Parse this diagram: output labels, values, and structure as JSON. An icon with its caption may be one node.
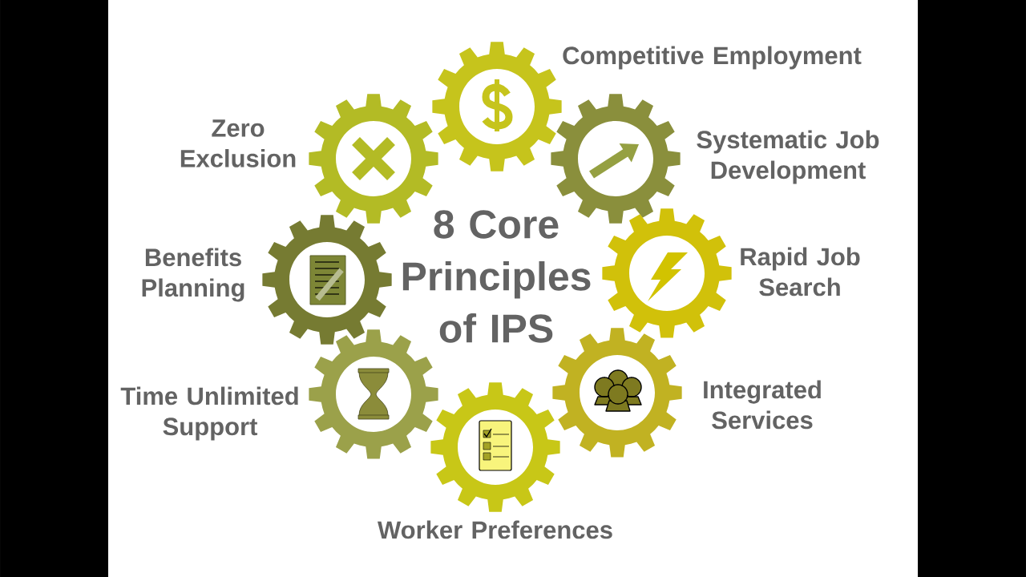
{
  "diagram": {
    "title": "8 Core Principles of IPS",
    "nodes": [
      {
        "text": [
          "Competitive Employment"
        ]
      },
      {
        "text": [
          "Zero Exclusion"
        ]
      },
      {
        "text": [
          "Systematic Job Development"
        ]
      },
      {
        "text": [
          "Benefits Planning"
        ]
      },
      {
        "text": [
          "Rapid Job Search"
        ]
      },
      {
        "text": [
          "Time Unlimited Support"
        ]
      },
      {
        "text": [
          "Integrated Services"
        ]
      },
      {
        "text": [
          "Worker Preferences"
        ]
      }
    ]
  }
}
